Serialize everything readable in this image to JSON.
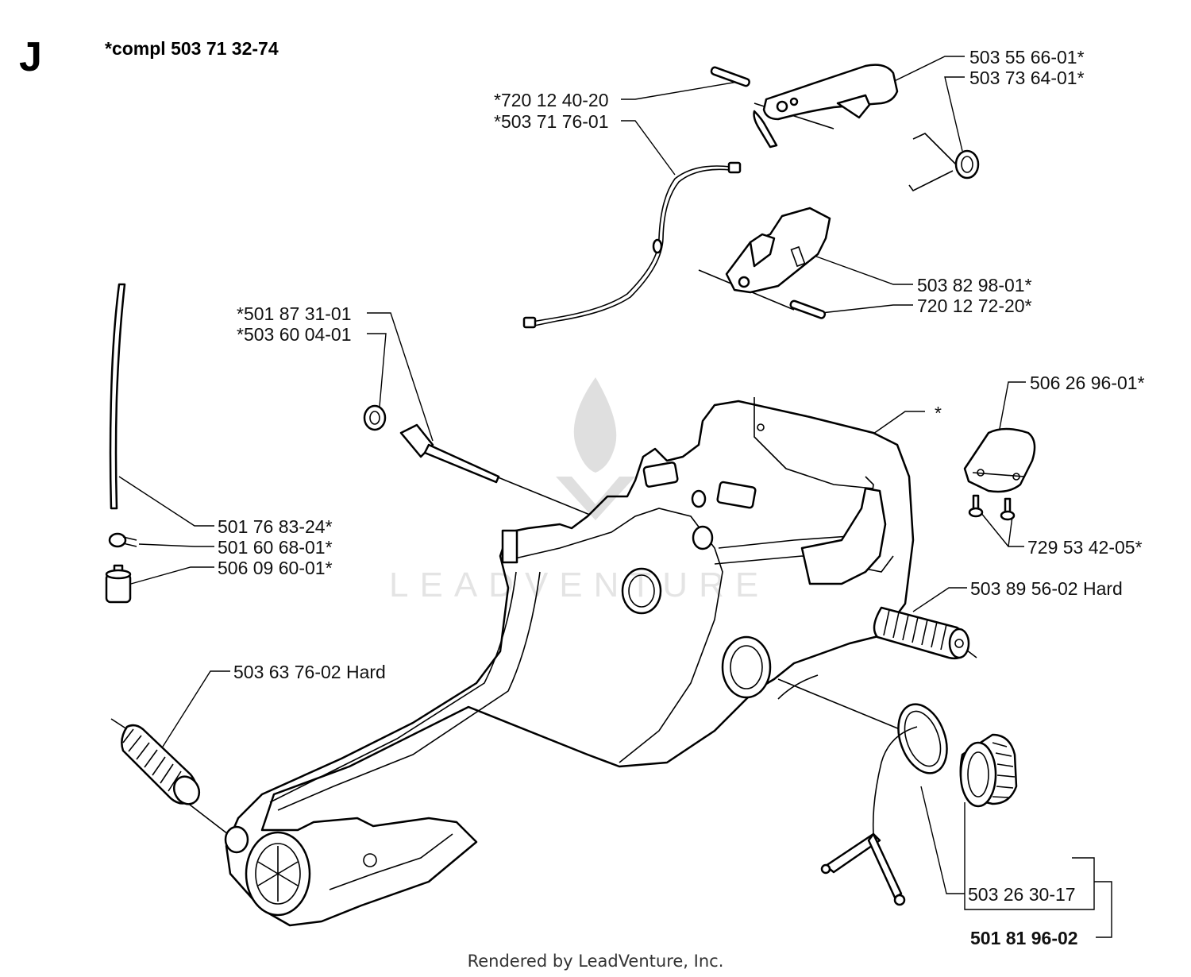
{
  "section_letter": "J",
  "assembly_title": "*compl 503 71 32-74",
  "labels": {
    "l1": "503 55 66-01*",
    "l2": "503 73 64-01*",
    "l3": "*720 12 40-20",
    "l4": "*503 71 76-01",
    "l5": "503 82 98-01*",
    "l6": "720 12 72-20*",
    "l7": "*501 87 31-01",
    "l8": "*503 60 04-01",
    "l9": "506 26 96-01*",
    "l10": "*",
    "l11": "501 76 83-24*",
    "l12": "501 60 68-01*",
    "l13": "506 09 60-01*",
    "l14": "729 53 42-05*",
    "l15": "503 89 56-02 Hard",
    "l16": "503 63 76-02 Hard",
    "l17": "503 26 30-17",
    "l18": "501 81 96-02"
  },
  "watermark": "LEADVENTURE",
  "footer": "Rendered by LeadVenture, Inc."
}
